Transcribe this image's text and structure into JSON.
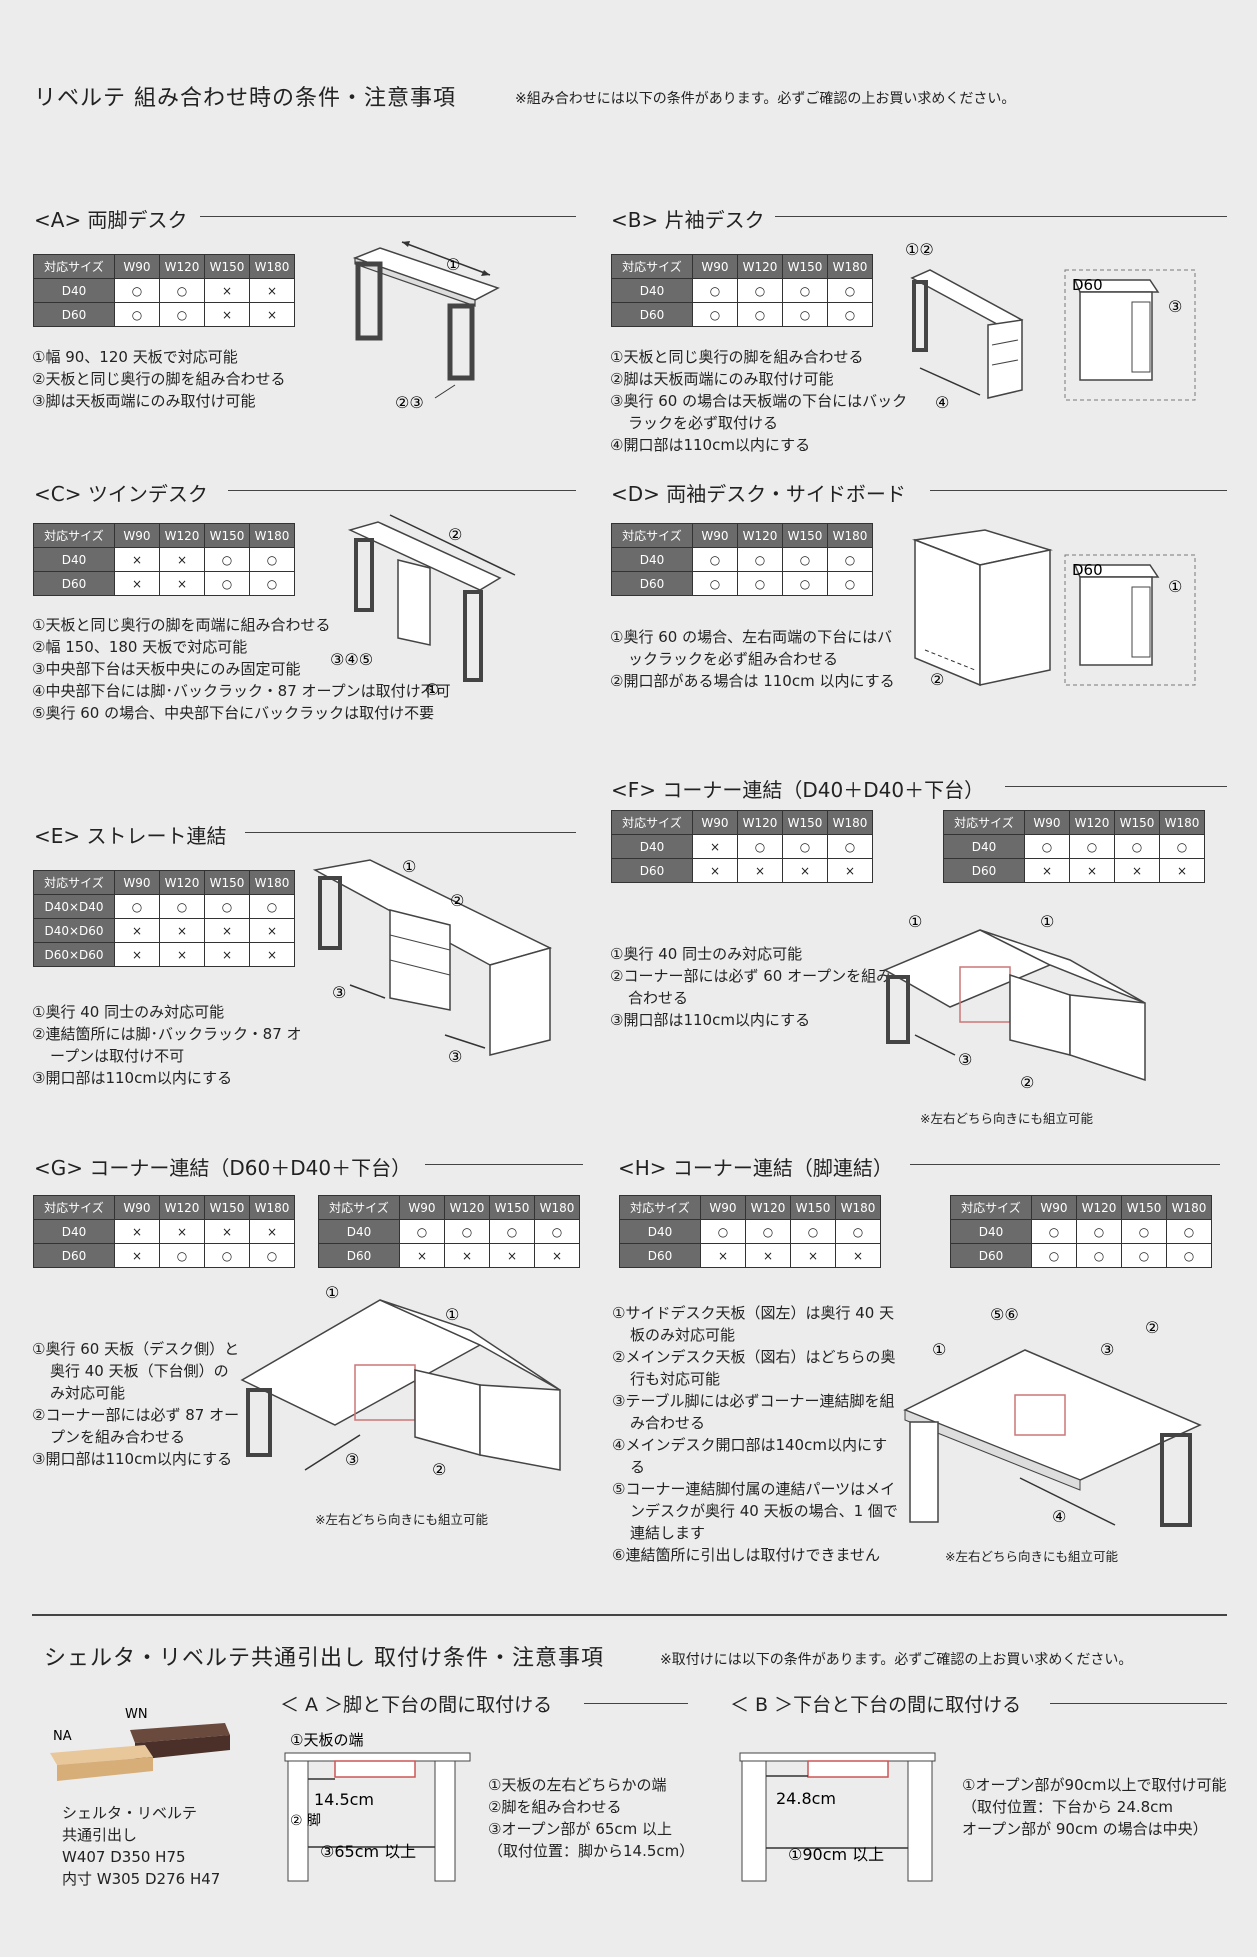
{
  "header": {
    "title": "リベルテ 組み合わせ時の条件・注意事項",
    "note": "※組み合わせには以下の条件があります。必ずご確認の上お買い求めください。"
  },
  "sections": {
    "A": {
      "title": "<A> 両脚デスク",
      "table": {
        "corner": "対応サイズ",
        "cols": [
          "W90",
          "W120",
          "W150",
          "W180"
        ],
        "rows": [
          {
            "label": "D40",
            "cells": [
              "○",
              "○",
              "×",
              "×"
            ]
          },
          {
            "label": "D60",
            "cells": [
              "○",
              "○",
              "×",
              "×"
            ]
          }
        ]
      },
      "notes": [
        "①幅 90、120 天板で対応可能",
        "②天板と同じ奥行の脚を組み合わせる",
        "③脚は天板両端にのみ取付け可能"
      ],
      "labels": [
        "①",
        "②③"
      ]
    },
    "B": {
      "title": "<B> 片袖デスク",
      "table": {
        "corner": "対応サイズ",
        "cols": [
          "W90",
          "W120",
          "W150",
          "W180"
        ],
        "rows": [
          {
            "label": "D40",
            "cells": [
              "○",
              "○",
              "○",
              "○"
            ]
          },
          {
            "label": "D60",
            "cells": [
              "○",
              "○",
              "○",
              "○"
            ]
          }
        ]
      },
      "notes": [
        "①天板と同じ奥行の脚を組み合わせる",
        "②脚は天板両端にのみ取付け可能",
        "③奥行 60 の場合は天板端の下台にはバックラックを必ず取付ける",
        "④開口部は110cm以内にする"
      ],
      "labels": [
        "①②",
        "④",
        "D60",
        "③"
      ]
    },
    "C": {
      "title": "<C> ツインデスク",
      "table": {
        "corner": "対応サイズ",
        "cols": [
          "W90",
          "W120",
          "W150",
          "W180"
        ],
        "rows": [
          {
            "label": "D40",
            "cells": [
              "×",
              "×",
              "○",
              "○"
            ]
          },
          {
            "label": "D60",
            "cells": [
              "×",
              "×",
              "○",
              "○"
            ]
          }
        ]
      },
      "notes": [
        "①天板と同じ奥行の脚を両端に組み合わせる",
        "②幅 150、180 天板で対応可能",
        "③中央部下台は天板中央にのみ固定可能",
        "④中央部下台には脚･バックラック・87 オープンは取付け不可",
        "⑤奥行 60 の場合、中央部下台にバックラックは取付け不要"
      ],
      "labels": [
        "②",
        "③④⑤",
        "①"
      ]
    },
    "D": {
      "title": "<D> 両袖デスク・サイドボード",
      "table": {
        "corner": "対応サイズ",
        "cols": [
          "W90",
          "W120",
          "W150",
          "W180"
        ],
        "rows": [
          {
            "label": "D40",
            "cells": [
              "○",
              "○",
              "○",
              "○"
            ]
          },
          {
            "label": "D60",
            "cells": [
              "○",
              "○",
              "○",
              "○"
            ]
          }
        ]
      },
      "notes": [
        "①奥行 60 の場合、左右両端の下台にはバックラックを必ず組み合わせる",
        "②開口部がある場合は 110cm 以内にする"
      ],
      "labels": [
        "②",
        "D60",
        "①"
      ]
    },
    "E": {
      "title": "<E> ストレート連結",
      "table": {
        "corner": "対応サイズ",
        "cols": [
          "W90",
          "W120",
          "W150",
          "W180"
        ],
        "rows": [
          {
            "label": "D40×D40",
            "cells": [
              "○",
              "○",
              "○",
              "○"
            ]
          },
          {
            "label": "D40×D60",
            "cells": [
              "×",
              "×",
              "×",
              "×"
            ]
          },
          {
            "label": "D60×D60",
            "cells": [
              "×",
              "×",
              "×",
              "×"
            ]
          }
        ]
      },
      "notes": [
        "①奥行 40 同士のみ対応可能",
        "②連結箇所には脚･バックラック・87 オープンは取付け不可",
        "③開口部は110cm以内にする"
      ],
      "labels": [
        "①",
        "②",
        "③",
        "③"
      ]
    },
    "F": {
      "title": "<F> コーナー連結（D40＋D40＋下台）",
      "table1": {
        "corner": "対応サイズ",
        "cols": [
          "W90",
          "W120",
          "W150",
          "W180"
        ],
        "rows": [
          {
            "label": "D40",
            "cells": [
              "×",
              "○",
              "○",
              "○"
            ]
          },
          {
            "label": "D60",
            "cells": [
              "×",
              "×",
              "×",
              "×"
            ]
          }
        ]
      },
      "table2": {
        "corner": "対応サイズ",
        "cols": [
          "W90",
          "W120",
          "W150",
          "W180"
        ],
        "rows": [
          {
            "label": "D40",
            "cells": [
              "○",
              "○",
              "○",
              "○"
            ]
          },
          {
            "label": "D60",
            "cells": [
              "×",
              "×",
              "×",
              "×"
            ]
          }
        ]
      },
      "notes": [
        "①奥行 40 同士のみ対応可能",
        "②コーナー部には必ず 60 オープンを組み合わせる",
        "③開口部は110cm以内にする"
      ],
      "labels": [
        "①",
        "①",
        "③",
        "②"
      ],
      "footnote": "※左右どちら向きにも組立可能"
    },
    "G": {
      "title": "<G> コーナー連結（D60＋D40＋下台）",
      "table1": {
        "corner": "対応サイズ",
        "cols": [
          "W90",
          "W120",
          "W150",
          "W180"
        ],
        "rows": [
          {
            "label": "D40",
            "cells": [
              "×",
              "×",
              "×",
              "×"
            ]
          },
          {
            "label": "D60",
            "cells": [
              "×",
              "○",
              "○",
              "○"
            ]
          }
        ]
      },
      "table2": {
        "corner": "対応サイズ",
        "cols": [
          "W90",
          "W120",
          "W150",
          "W180"
        ],
        "rows": [
          {
            "label": "D40",
            "cells": [
              "○",
              "○",
              "○",
              "○"
            ]
          },
          {
            "label": "D60",
            "cells": [
              "×",
              "×",
              "×",
              "×"
            ]
          }
        ]
      },
      "notes": [
        "①奥行 60 天板（デスク側）と奥行 40 天板（下台側）のみ対応可能",
        "②コーナー部には必ず 87 オープンを組み合わせる",
        "③開口部は110cm以内にする"
      ],
      "labels": [
        "①",
        "①",
        "③",
        "②"
      ],
      "footnote": "※左右どちら向きにも組立可能"
    },
    "H": {
      "title": "<H> コーナー連結（脚連結）",
      "table1": {
        "corner": "対応サイズ",
        "cols": [
          "W90",
          "W120",
          "W150",
          "W180"
        ],
        "rows": [
          {
            "label": "D40",
            "cells": [
              "○",
              "○",
              "○",
              "○"
            ]
          },
          {
            "label": "D60",
            "cells": [
              "×",
              "×",
              "×",
              "×"
            ]
          }
        ]
      },
      "table2": {
        "corner": "対応サイズ",
        "cols": [
          "W90",
          "W120",
          "W150",
          "W180"
        ],
        "rows": [
          {
            "label": "D40",
            "cells": [
              "○",
              "○",
              "○",
              "○"
            ]
          },
          {
            "label": "D60",
            "cells": [
              "○",
              "○",
              "○",
              "○"
            ]
          }
        ]
      },
      "notes": [
        "①サイドデスク天板（図左）は奥行 40 天板のみ対応可能",
        "②メインデスク天板（図右）はどちらの奥行も対応可能",
        "③テーブル脚には必ずコーナー連結脚を組み合わせる",
        "④メインデスク開口部は140cm以内にする",
        "⑤コーナー連結脚付属の連結パーツはメインデスクが奥行 40 天板の場合、1 個で連結します",
        "⑥連結箇所に引出しは取付けできません"
      ],
      "labels": [
        "⑤⑥",
        "②",
        "①",
        "③",
        "④"
      ],
      "footnote": "※左右どちら向きにも組立可能"
    }
  },
  "drawer": {
    "title": "シェルタ・リベルテ共通引出し 取付け条件・注意事項",
    "note": "※取付けには以下の条件があります。必ずご確認の上お買い求めください。",
    "labels": {
      "wn": "WN",
      "na": "NA"
    },
    "product": [
      "シェルタ・リベルテ",
      "共通引出し",
      "W407  D350  H75",
      "内寸 W305 D276 H47"
    ],
    "A": {
      "title": "＜ A ＞脚と下台の間に取付ける",
      "labels": {
        "edge": "①天板の端",
        "leg": "②\n脚",
        "d1": "14.5cm",
        "d2": "③65cm 以上"
      },
      "notes": [
        "①天板の左右どちらかの端",
        "②脚を組み合わせる",
        "③オープン部が 65cm 以上",
        "（取付位置：脚から14.5cm）"
      ]
    },
    "B": {
      "title": "＜ B ＞下台と下台の間に取付ける",
      "labels": {
        "d1": "24.8cm",
        "d2": "①90cm 以上"
      },
      "notes": [
        "①オープン部が90cm以上で取付け可能",
        "（取付位置：下台から 24.8cm",
        "オープン部が 90cm の場合は中央）"
      ]
    }
  }
}
